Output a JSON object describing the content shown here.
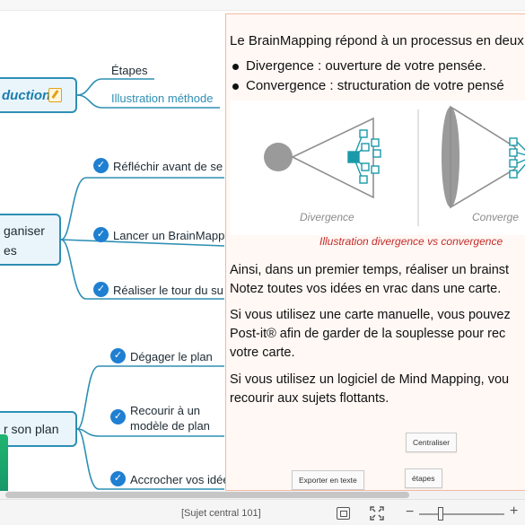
{
  "mindmap": {
    "topics": {
      "introduction": "duction",
      "organiser_line1": "ganiser",
      "organiser_line2": "es",
      "plan": "r son plan"
    },
    "subtopics": {
      "etapes": "Étapes",
      "illustration": "Illustration méthode",
      "reflechir": "Réfléchir avant de se",
      "lancer": "Lancer un BrainMapp",
      "tour": "Réaliser le tour du su",
      "degager": "Dégager le plan",
      "modele_line1": "Recourir à un",
      "modele_line2": "modèle de plan",
      "accrocher": "Accrocher vos idée"
    },
    "icons": {
      "check": "check-circle-icon",
      "edit": "edit-note-icon"
    },
    "colors": {
      "branch": "#2e8fb4",
      "check": "#1f7fd1",
      "note": "#e0a21a"
    }
  },
  "panel": {
    "intro": "Le BrainMapping répond à un processus en deux",
    "bullets": [
      "Divergence : ouverture de votre pensée.",
      "Convergence : structuration de votre pensé"
    ],
    "illustration": {
      "divergence_label": "Divergence",
      "convergence_label": "Converge",
      "caption": "Illustration divergence vs convergence"
    },
    "paragraphs": {
      "a1": "Ainsi, dans un premier temps, réaliser un brainst",
      "a2": "Notez toutes vos idées en vrac dans une carte.",
      "b1": "Si vous utilisez une carte manuelle, vous pouvez",
      "b2": "Post-it® afin de garder de la souplesse pour rec",
      "b3": "votre carte.",
      "c1": "Si vous utilisez un logiciel de Mind Mapping, vou",
      "c2": "recourir aux sujets flottants."
    },
    "buttons": {
      "centraliser": "Centraliser",
      "exporter": "Exporter en texte",
      "etapes": "étapes"
    },
    "colors": {
      "caption": "#c42a2a",
      "border": "#f1b9a4",
      "diagram": "#1a9aa8"
    }
  },
  "statusbar": {
    "text": "[Sujet central 101]",
    "minus": "−",
    "plus": "+",
    "zoom_fraction": 0.25
  }
}
